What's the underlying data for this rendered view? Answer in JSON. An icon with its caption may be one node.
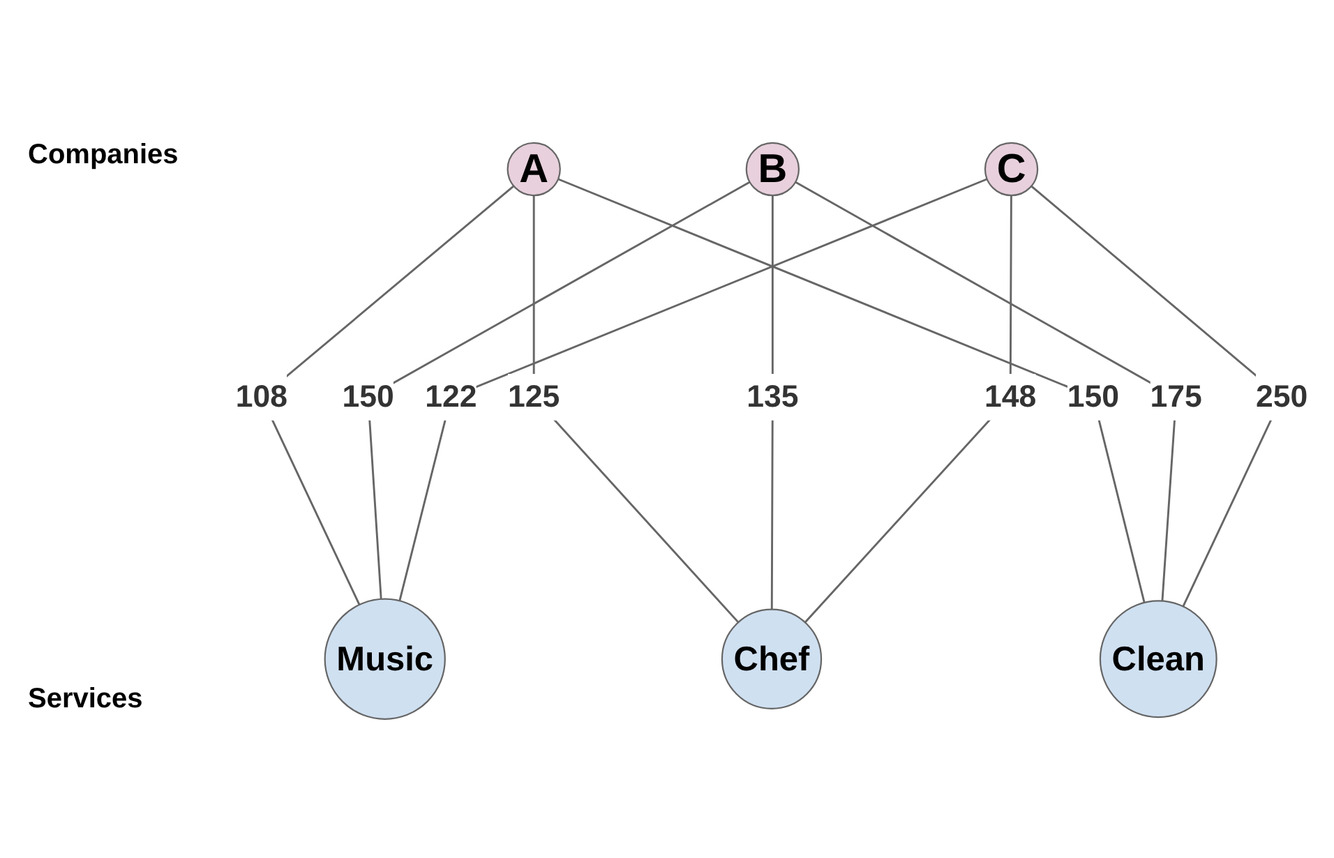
{
  "diagram": {
    "nodes": [
      {
        "text": [
          "A"
        ]
      },
      {
        "text": [
          "B"
        ]
      },
      {
        "text": [
          "C"
        ]
      },
      {
        "text": [
          "Music"
        ]
      },
      {
        "text": [
          "Chef"
        ]
      },
      {
        "text": [
          "Clean"
        ]
      }
    ],
    "edges": [
      {
        "from": 0,
        "to": 3,
        "arrow": "none",
        "label": "108"
      },
      {
        "from": 0,
        "to": 4,
        "arrow": "none",
        "label": "125"
      },
      {
        "from": 0,
        "to": 5,
        "arrow": "none",
        "label": "150"
      },
      {
        "from": 1,
        "to": 3,
        "arrow": "none",
        "label": "150"
      },
      {
        "from": 1,
        "to": 4,
        "arrow": "none",
        "label": "135"
      },
      {
        "from": 1,
        "to": 5,
        "arrow": "none",
        "label": "175"
      },
      {
        "from": 2,
        "to": 3,
        "arrow": "none",
        "label": "122"
      },
      {
        "from": 2,
        "to": 4,
        "arrow": "none",
        "label": "148"
      },
      {
        "from": 2,
        "to": 5,
        "arrow": "none",
        "label": "250"
      }
    ],
    "labels": [
      "Companies",
      "Services"
    ]
  }
}
